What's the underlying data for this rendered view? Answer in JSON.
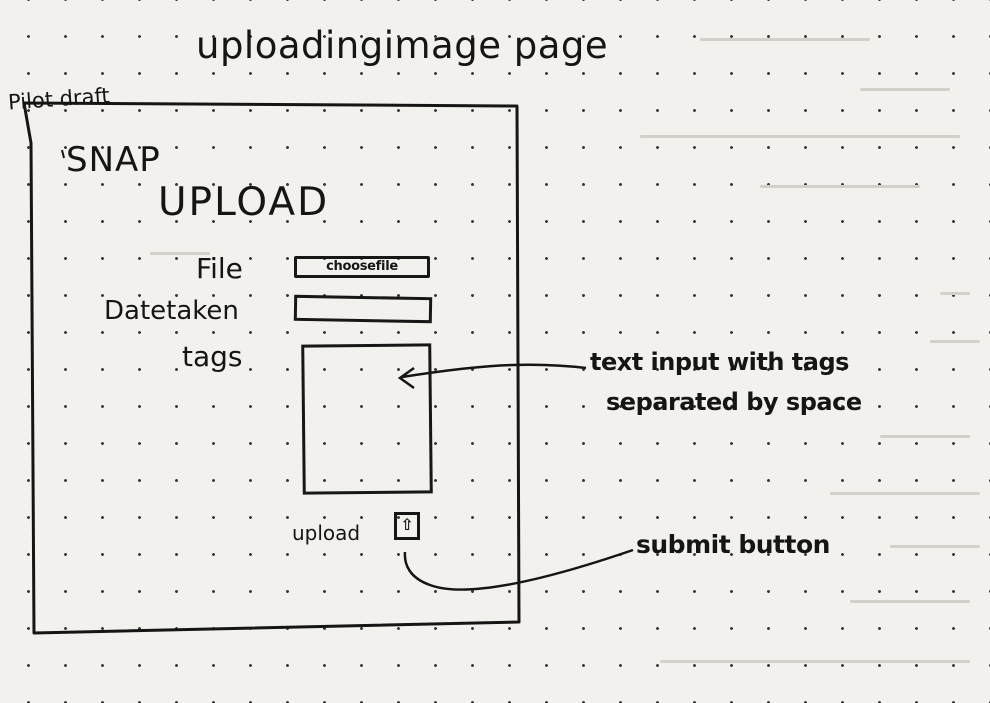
{
  "sketch": {
    "title": "uploadingimage page",
    "draft_label": "Pilot draft"
  },
  "wireframe": {
    "brand": "SNAP",
    "heading": "UPLOAD",
    "file_label": "File",
    "choose_file": "choosefile",
    "date_label": "Datetaken",
    "tags_label": "tags",
    "upload_label": "upload"
  },
  "annotations": {
    "tags_note_line1": "text input with tags",
    "tags_note_line2": "separated by space",
    "submit_note": "submit button"
  },
  "colors": {
    "paper": "#f3f1ed",
    "ink": "#161616"
  },
  "icons": {
    "upload_icon": "upload-arrow-icon"
  }
}
